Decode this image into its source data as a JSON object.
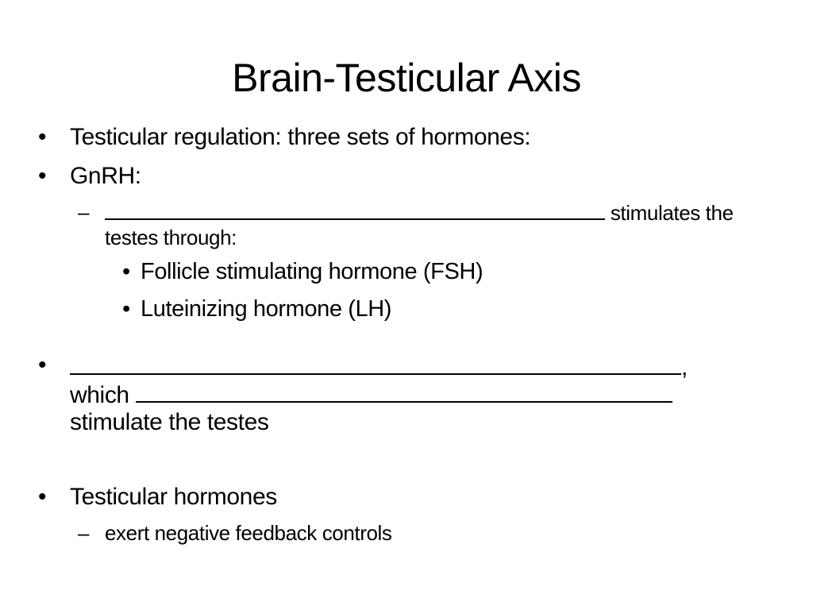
{
  "slide": {
    "title": "Brain-Testicular Axis",
    "bullet_symbol": "•",
    "dash_symbol": "–",
    "items": [
      {
        "text": "Testicular regulation:  three sets of hormones:"
      },
      {
        "text": "GnRH:"
      },
      {
        "blank_suffix": " stimulates the",
        "continuation": "testes through:"
      },
      {
        "text": "Follicle stimulating hormone (FSH)"
      },
      {
        "text": "Luteinizing hormone (LH)"
      },
      {
        "blank_suffix": ",",
        "mid_prefix": "which ",
        "continuation": "stimulate the testes"
      },
      {
        "text": "Testicular hormones"
      },
      {
        "text": "exert negative feedback controls"
      }
    ]
  }
}
